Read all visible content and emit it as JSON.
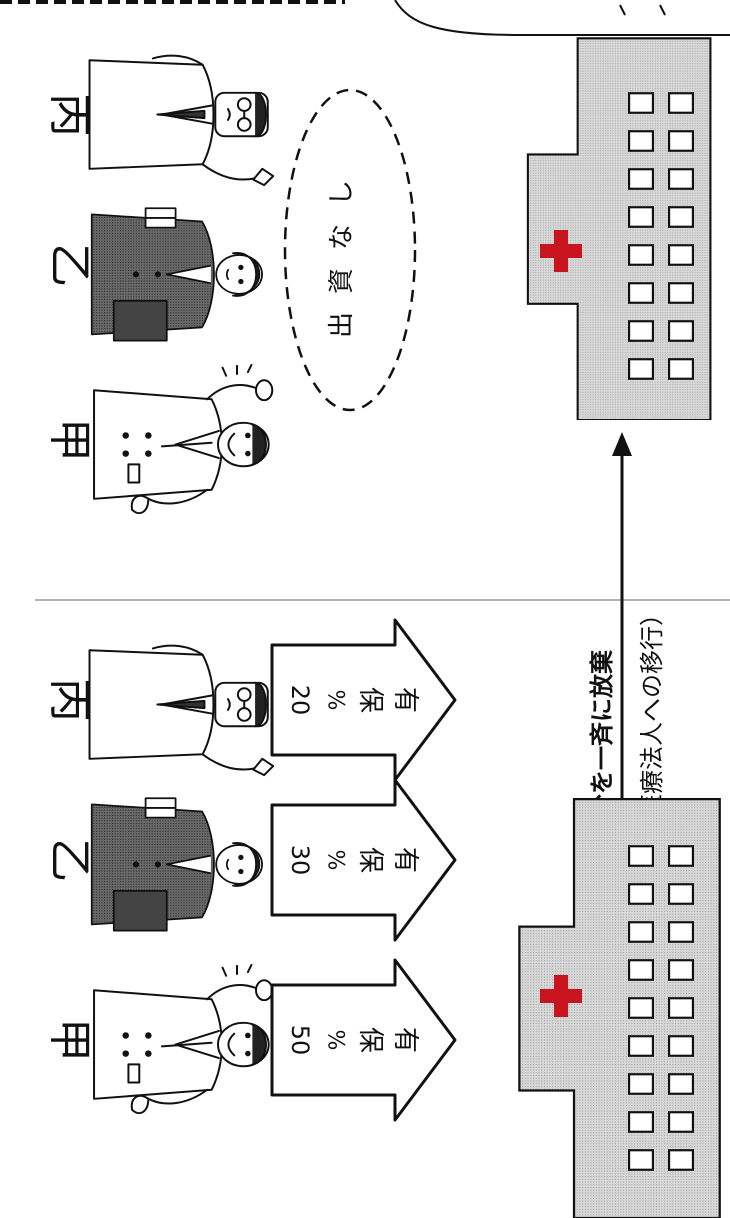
{
  "persons": [
    {
      "name": "甲",
      "icon": "doctor-male-icon"
    },
    {
      "name": "乙",
      "icon": "businesswoman-icon"
    },
    {
      "name": "丙",
      "icon": "man-with-glasses-icon"
    }
  ],
  "before": {
    "shares": [
      {
        "person": "甲",
        "percent": "50",
        "sign": "%",
        "text1": "保",
        "text2": "有",
        "value": 50
      },
      {
        "person": "乙",
        "percent": "30",
        "sign": "%",
        "text1": "保",
        "text2": "有",
        "value": 30
      },
      {
        "person": "丙",
        "percent": "20",
        "sign": "%",
        "text1": "保",
        "text2": "有",
        "value": 20
      }
    ]
  },
  "after": {
    "no_investment": "出資なし"
  },
  "transition": {
    "line1": "出資持分を一斉に放棄",
    "line2": "（持分なし医療法人への移行）"
  },
  "icons": {
    "hospital": "hospital-building-icon",
    "cross": "red-cross-icon",
    "arrow": "transition-arrow-icon"
  },
  "colors": {
    "building": "#d3d3d3",
    "cross": "#c8141e",
    "line": "#111111",
    "suit": "#5a5a5a"
  }
}
